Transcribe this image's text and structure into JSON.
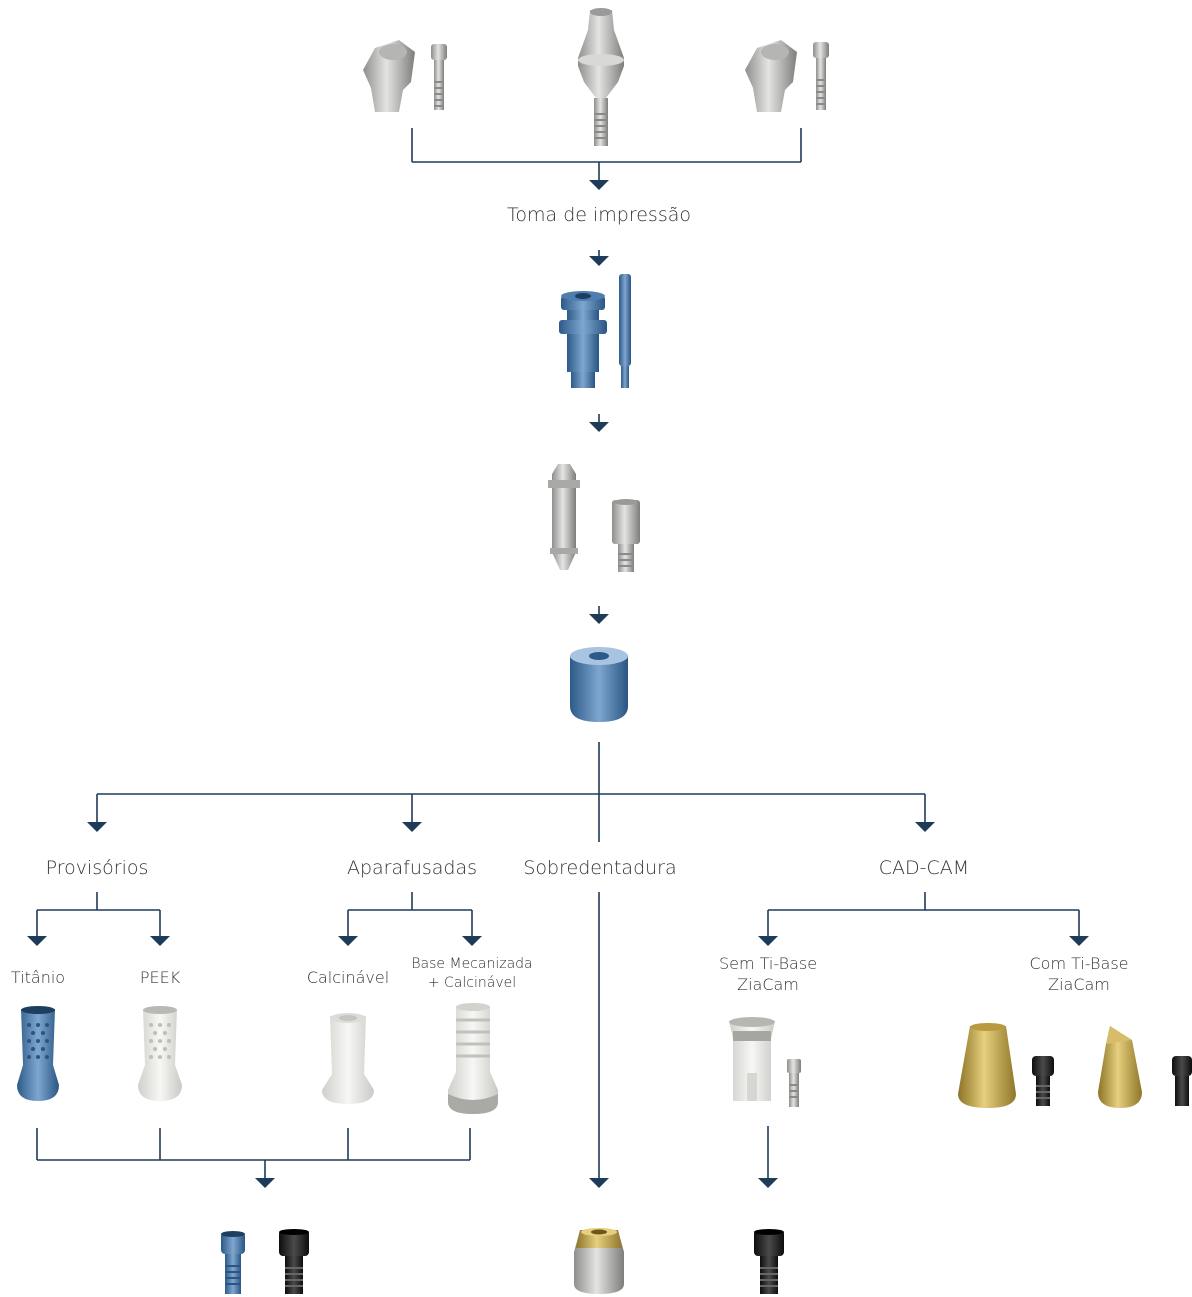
{
  "colors": {
    "line": "#1f3b5a",
    "titanium": "#c9c9c7",
    "blue": "#4d7fb0",
    "white": "#f2f2f0",
    "gold": "#c9a94a",
    "black": "#1a1a1a"
  },
  "labels": {
    "toma": "Toma de impressão",
    "provisorios": "Provisórios",
    "aparafusadas": "Aparafusadas",
    "sobredentadura": "Sobredentadura",
    "cadcam": "CAD-CAM",
    "titanio": "Titânio",
    "peek": "PEEK",
    "calcinavel": "Calcinável",
    "base_line1": "Base Mecanizada",
    "base_line2": "+ Calcinável",
    "sem_line1": "Sem Ti-Base",
    "sem_line2": "ZiaCam",
    "com_line1": "Com Ti-Base",
    "com_line2": "ZiaCam"
  },
  "icons": {
    "abutments_top": "angled-abutment-and-screw-icon",
    "straight_abutment": "straight-abutment-icon",
    "transfer": "impression-transfer-icon",
    "analog": "analog-icon",
    "healing_cap": "healing-cap-icon",
    "titanium_cylinder": "titanium-cylinder-icon",
    "peek_cylinder": "peek-cylinder-icon",
    "calcinable": "calcinable-cylinder-icon",
    "base_calcinable": "machined-base-calcinable-icon",
    "no_tibase": "no-tibase-abutment-icon",
    "tibase": "tibase-abutment-icon",
    "prosthetic_screws": "prosthetic-screw-icon",
    "attachment": "overdenture-attachment-icon",
    "black_screw": "black-screw-icon"
  }
}
